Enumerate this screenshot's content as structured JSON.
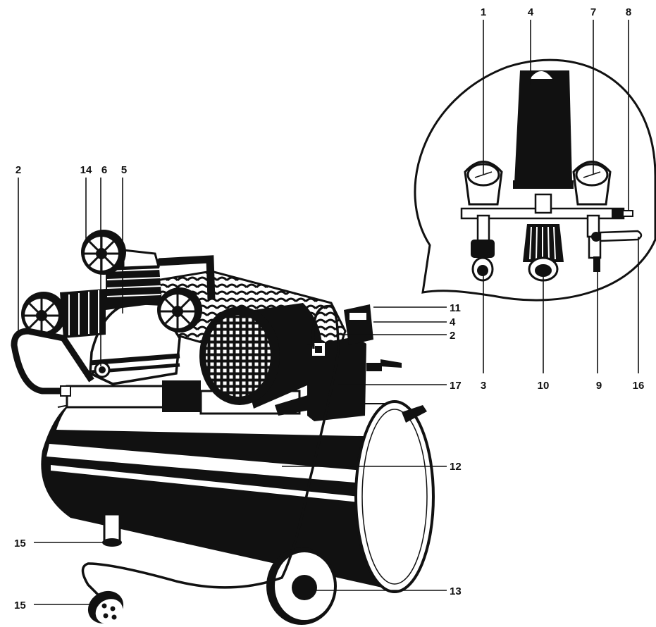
{
  "labels": {
    "l1": "1",
    "l4a": "4",
    "l7": "7",
    "l8": "8",
    "l2a": "2",
    "l14": "14",
    "l6": "6",
    "l5": "5",
    "l11": "11",
    "l4b": "4",
    "l2b": "2",
    "l17": "17",
    "l3": "3",
    "l10": "10",
    "l9": "9",
    "l16": "16",
    "l12": "12",
    "l15a": "15",
    "l13": "13",
    "l15b": "15"
  },
  "colors": {
    "ink": "#111111",
    "paper": "#ffffff"
  }
}
